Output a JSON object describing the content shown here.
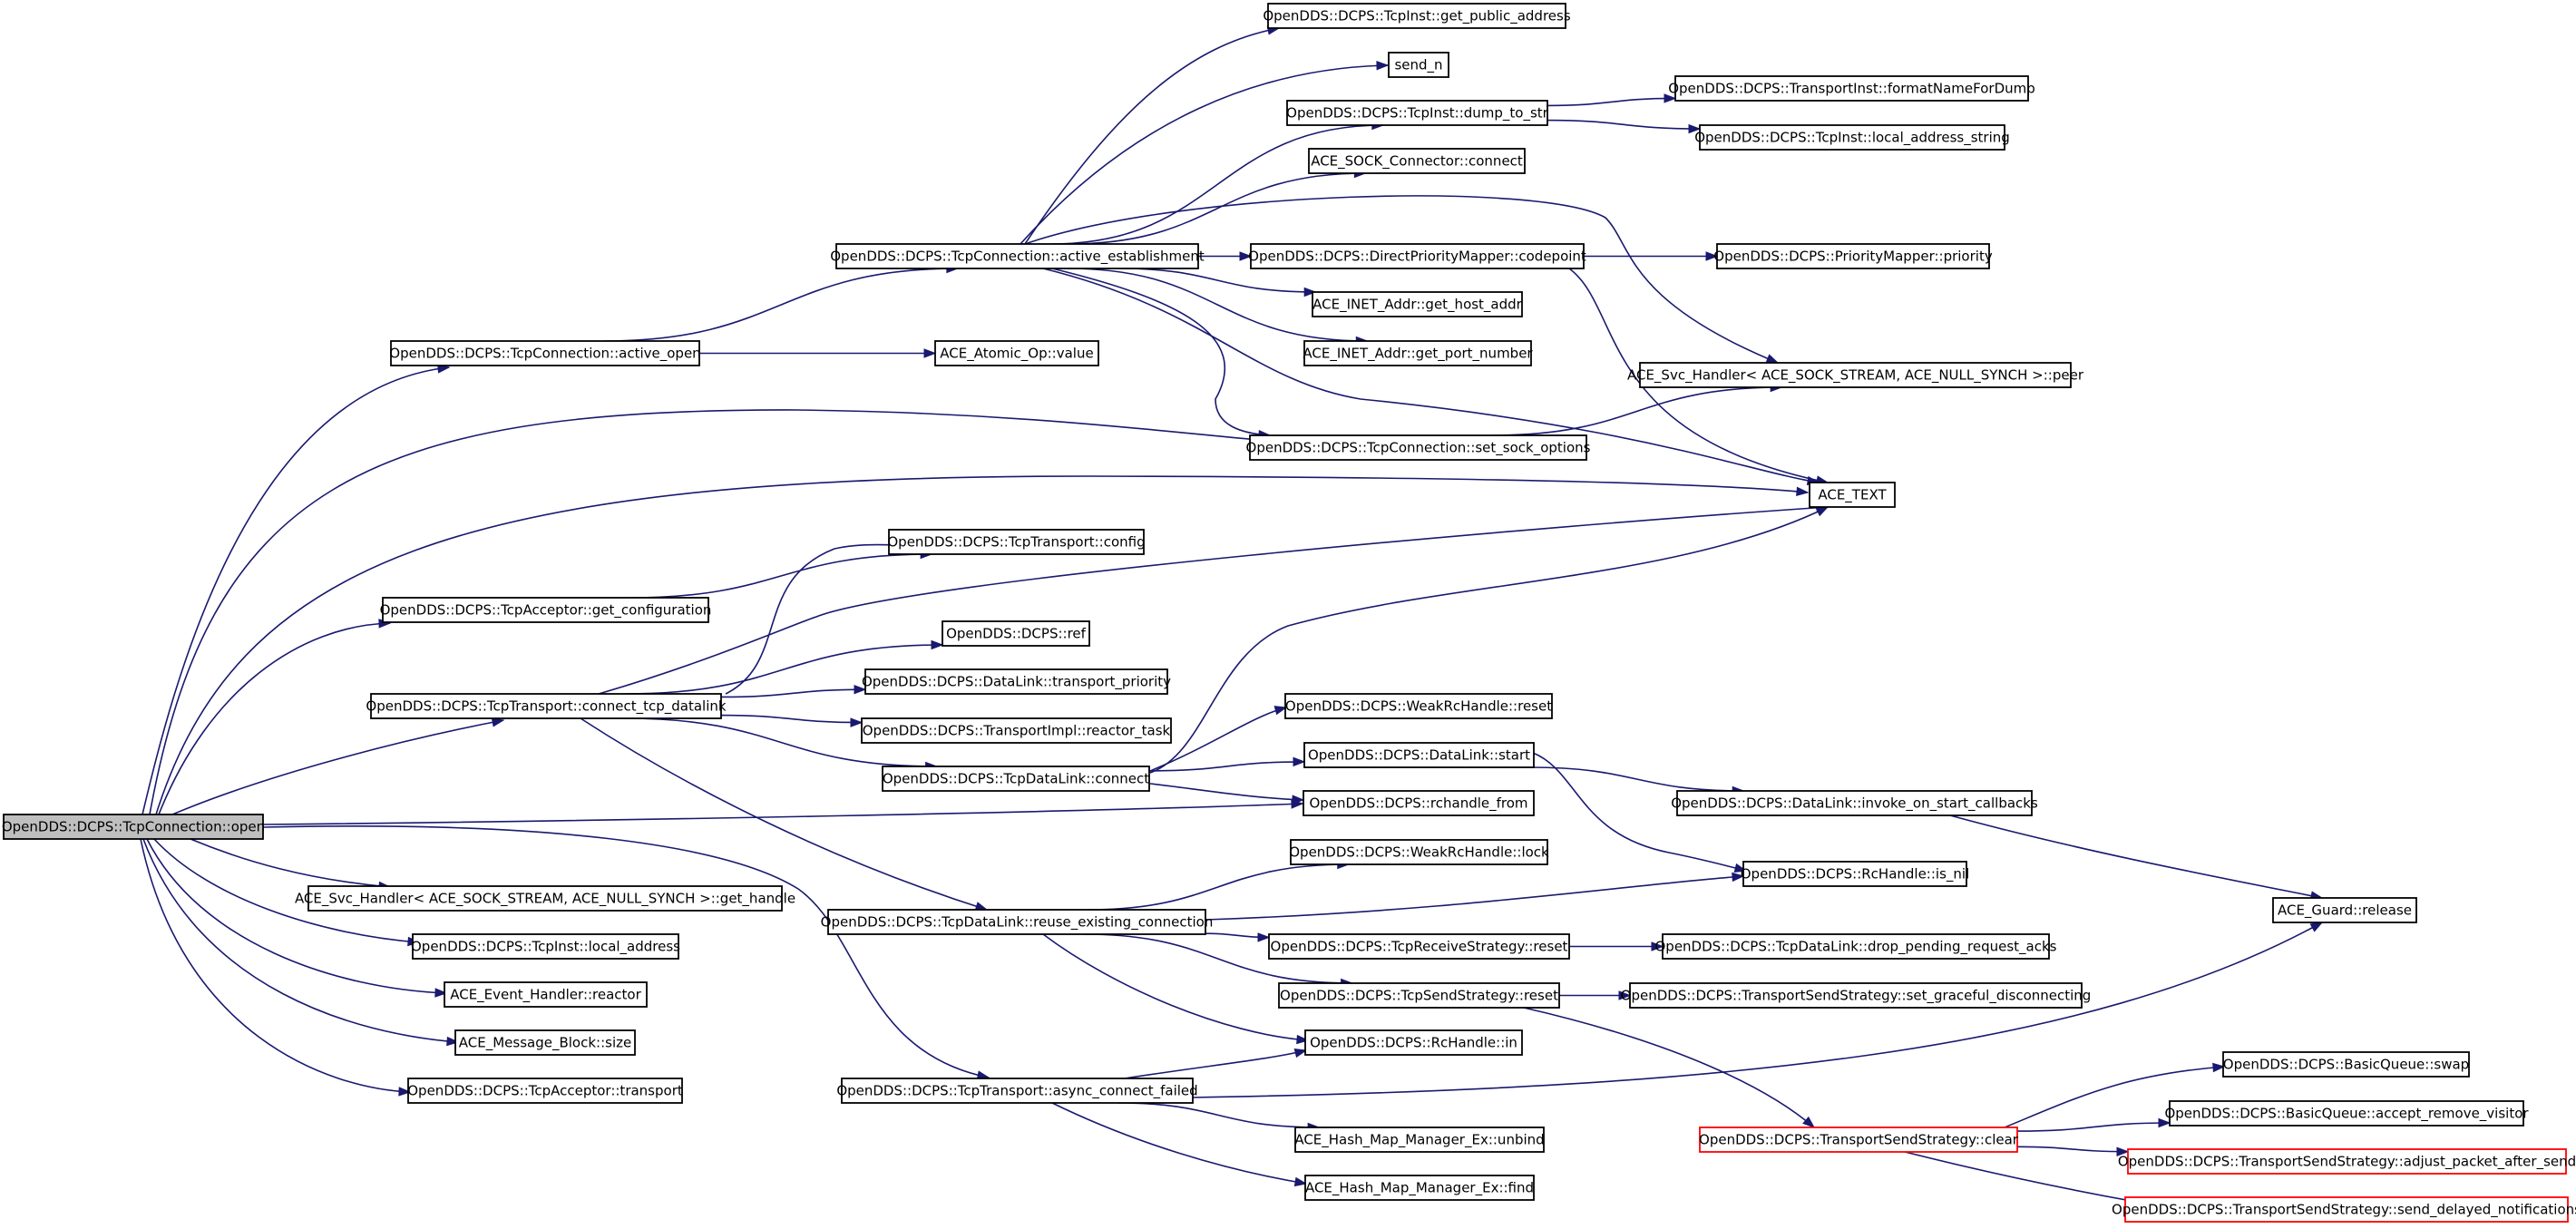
{
  "graph": {
    "nodes": [
      {
        "id": "root",
        "label": "OpenDDS::DCPS::TcpConnection::open",
        "style": "root"
      },
      {
        "id": "active_open",
        "label": "OpenDDS::DCPS::TcpConnection::active_open"
      },
      {
        "id": "active_est",
        "label": "OpenDDS::DCPS::TcpConnection::active_establishment"
      },
      {
        "id": "get_public_address",
        "label": "OpenDDS::DCPS::TcpInst::get_public_address"
      },
      {
        "id": "send_n",
        "label": "send_n"
      },
      {
        "id": "dump_to_str",
        "label": "OpenDDS::DCPS::TcpInst::dump_to_str"
      },
      {
        "id": "formatNameForDump",
        "label": "OpenDDS::DCPS::TransportInst::formatNameForDump"
      },
      {
        "id": "local_address_string",
        "label": "OpenDDS::DCPS::TcpInst::local_address_string"
      },
      {
        "id": "sock_connect",
        "label": "ACE_SOCK_Connector::connect"
      },
      {
        "id": "codepoint",
        "label": "OpenDDS::DCPS::DirectPriorityMapper::codepoint"
      },
      {
        "id": "pm_priority",
        "label": "OpenDDS::DCPS::PriorityMapper::priority"
      },
      {
        "id": "get_host_addr",
        "label": "ACE_INET_Addr::get_host_addr"
      },
      {
        "id": "get_port_number",
        "label": "ACE_INET_Addr::get_port_number"
      },
      {
        "id": "atomic_value",
        "label": "ACE_Atomic_Op::value"
      },
      {
        "id": "svc_peer",
        "label": "ACE_Svc_Handler< ACE_SOCK_STREAM, ACE_NULL_SYNCH >::peer"
      },
      {
        "id": "set_sock_options",
        "label": "OpenDDS::DCPS::TcpConnection::set_sock_options"
      },
      {
        "id": "ace_text",
        "label": "ACE_TEXT"
      },
      {
        "id": "tt_config",
        "label": "OpenDDS::DCPS::TcpTransport::config"
      },
      {
        "id": "get_configuration",
        "label": "OpenDDS::DCPS::TcpAcceptor::get_configuration"
      },
      {
        "id": "dcps_ref",
        "label": "OpenDDS::DCPS::ref"
      },
      {
        "id": "connect_tcp_datalink",
        "label": "OpenDDS::DCPS::TcpTransport::connect_tcp_datalink"
      },
      {
        "id": "transport_priority",
        "label": "OpenDDS::DCPS::DataLink::transport_priority"
      },
      {
        "id": "reactor_task",
        "label": "OpenDDS::DCPS::TransportImpl::reactor_task"
      },
      {
        "id": "weak_reset",
        "label": "OpenDDS::DCPS::WeakRcHandle::reset"
      },
      {
        "id": "tdl_connect",
        "label": "OpenDDS::DCPS::TcpDataLink::connect"
      },
      {
        "id": "dl_start",
        "label": "OpenDDS::DCPS::DataLink::start"
      },
      {
        "id": "rchandle_from",
        "label": "OpenDDS::DCPS::rchandle_from"
      },
      {
        "id": "invoke_callbacks",
        "label": "OpenDDS::DCPS::DataLink::invoke_on_start_callbacks"
      },
      {
        "id": "weak_lock",
        "label": "OpenDDS::DCPS::WeakRcHandle::lock"
      },
      {
        "id": "is_nil",
        "label": "OpenDDS::DCPS::RcHandle::is_nil"
      },
      {
        "id": "guard_release",
        "label": "ACE_Guard::release"
      },
      {
        "id": "get_handle",
        "label": "ACE_Svc_Handler< ACE_SOCK_STREAM, ACE_NULL_SYNCH >::get_handle"
      },
      {
        "id": "reuse_conn",
        "label": "OpenDDS::DCPS::TcpDataLink::reuse_existing_connection"
      },
      {
        "id": "local_address",
        "label": "OpenDDS::DCPS::TcpInst::local_address"
      },
      {
        "id": "recv_reset",
        "label": "OpenDDS::DCPS::TcpReceiveStrategy::reset"
      },
      {
        "id": "drop_pending",
        "label": "OpenDDS::DCPS::TcpDataLink::drop_pending_request_acks"
      },
      {
        "id": "event_reactor",
        "label": "ACE_Event_Handler::reactor"
      },
      {
        "id": "send_reset",
        "label": "OpenDDS::DCPS::TcpSendStrategy::reset"
      },
      {
        "id": "set_graceful",
        "label": "OpenDDS::DCPS::TransportSendStrategy::set_graceful_disconnecting"
      },
      {
        "id": "mb_size",
        "label": "ACE_Message_Block::size"
      },
      {
        "id": "rc_in",
        "label": "OpenDDS::DCPS::RcHandle::in"
      },
      {
        "id": "bq_swap",
        "label": "OpenDDS::DCPS::BasicQueue::swap"
      },
      {
        "id": "acc_transport",
        "label": "OpenDDS::DCPS::TcpAcceptor::transport"
      },
      {
        "id": "async_failed",
        "label": "OpenDDS::DCPS::TcpTransport::async_connect_failed"
      },
      {
        "id": "accept_remove",
        "label": "OpenDDS::DCPS::BasicQueue::accept_remove_visitor"
      },
      {
        "id": "hm_unbind",
        "label": "ACE_Hash_Map_Manager_Ex::unbind"
      },
      {
        "id": "tss_clear",
        "label": "OpenDDS::DCPS::TransportSendStrategy::clear",
        "style": "truncated"
      },
      {
        "id": "adjust_packet",
        "label": "OpenDDS::DCPS::TransportSendStrategy::adjust_packet_after_send",
        "style": "truncated"
      },
      {
        "id": "hm_find",
        "label": "ACE_Hash_Map_Manager_Ex::find"
      },
      {
        "id": "send_delayed",
        "label": "OpenDDS::DCPS::TransportSendStrategy::send_delayed_notifications",
        "style": "truncated"
      }
    ],
    "edges": [
      {
        "from": "root",
        "to": "active_open"
      },
      {
        "from": "root",
        "to": "set_sock_options"
      },
      {
        "from": "root",
        "to": "ace_text"
      },
      {
        "from": "root",
        "to": "get_configuration"
      },
      {
        "from": "root",
        "to": "connect_tcp_datalink"
      },
      {
        "from": "root",
        "to": "rchandle_from"
      },
      {
        "from": "root",
        "to": "get_handle"
      },
      {
        "from": "root",
        "to": "local_address"
      },
      {
        "from": "root",
        "to": "event_reactor"
      },
      {
        "from": "root",
        "to": "mb_size"
      },
      {
        "from": "root",
        "to": "acc_transport"
      },
      {
        "from": "root",
        "to": "async_failed"
      },
      {
        "from": "active_open",
        "to": "active_est"
      },
      {
        "from": "active_open",
        "to": "atomic_value"
      },
      {
        "from": "active_est",
        "to": "get_public_address"
      },
      {
        "from": "active_est",
        "to": "send_n"
      },
      {
        "from": "active_est",
        "to": "dump_to_str"
      },
      {
        "from": "active_est",
        "to": "sock_connect"
      },
      {
        "from": "active_est",
        "to": "codepoint"
      },
      {
        "from": "active_est",
        "to": "get_host_addr"
      },
      {
        "from": "active_est",
        "to": "get_port_number"
      },
      {
        "from": "active_est",
        "to": "svc_peer"
      },
      {
        "from": "active_est",
        "to": "set_sock_options"
      },
      {
        "from": "active_est",
        "to": "ace_text"
      },
      {
        "from": "dump_to_str",
        "to": "formatNameForDump"
      },
      {
        "from": "dump_to_str",
        "to": "local_address_string"
      },
      {
        "from": "codepoint",
        "to": "pm_priority"
      },
      {
        "from": "codepoint",
        "to": "ace_text"
      },
      {
        "from": "set_sock_options",
        "to": "svc_peer"
      },
      {
        "from": "get_configuration",
        "to": "tt_config"
      },
      {
        "from": "connect_tcp_datalink",
        "to": "tt_config"
      },
      {
        "from": "connect_tcp_datalink",
        "to": "ace_text"
      },
      {
        "from": "connect_tcp_datalink",
        "to": "dcps_ref"
      },
      {
        "from": "connect_tcp_datalink",
        "to": "transport_priority"
      },
      {
        "from": "connect_tcp_datalink",
        "to": "reactor_task"
      },
      {
        "from": "connect_tcp_datalink",
        "to": "tdl_connect"
      },
      {
        "from": "connect_tcp_datalink",
        "to": "reuse_conn"
      },
      {
        "from": "tdl_connect",
        "to": "ace_text"
      },
      {
        "from": "tdl_connect",
        "to": "weak_reset"
      },
      {
        "from": "tdl_connect",
        "to": "dl_start"
      },
      {
        "from": "tdl_connect",
        "to": "rchandle_from"
      },
      {
        "from": "dl_start",
        "to": "invoke_callbacks"
      },
      {
        "from": "dl_start",
        "to": "is_nil"
      },
      {
        "from": "invoke_callbacks",
        "to": "guard_release"
      },
      {
        "from": "reuse_conn",
        "to": "weak_lock"
      },
      {
        "from": "reuse_conn",
        "to": "is_nil"
      },
      {
        "from": "reuse_conn",
        "to": "recv_reset"
      },
      {
        "from": "reuse_conn",
        "to": "send_reset"
      },
      {
        "from": "reuse_conn",
        "to": "rc_in"
      },
      {
        "from": "recv_reset",
        "to": "drop_pending"
      },
      {
        "from": "send_reset",
        "to": "set_graceful"
      },
      {
        "from": "send_reset",
        "to": "tss_clear"
      },
      {
        "from": "async_failed",
        "to": "rc_in"
      },
      {
        "from": "async_failed",
        "to": "guard_release"
      },
      {
        "from": "async_failed",
        "to": "hm_unbind"
      },
      {
        "from": "async_failed",
        "to": "hm_find"
      },
      {
        "from": "tss_clear",
        "to": "bq_swap"
      },
      {
        "from": "tss_clear",
        "to": "accept_remove"
      },
      {
        "from": "tss_clear",
        "to": "adjust_packet"
      },
      {
        "from": "tss_clear",
        "to": "send_delayed"
      }
    ]
  }
}
